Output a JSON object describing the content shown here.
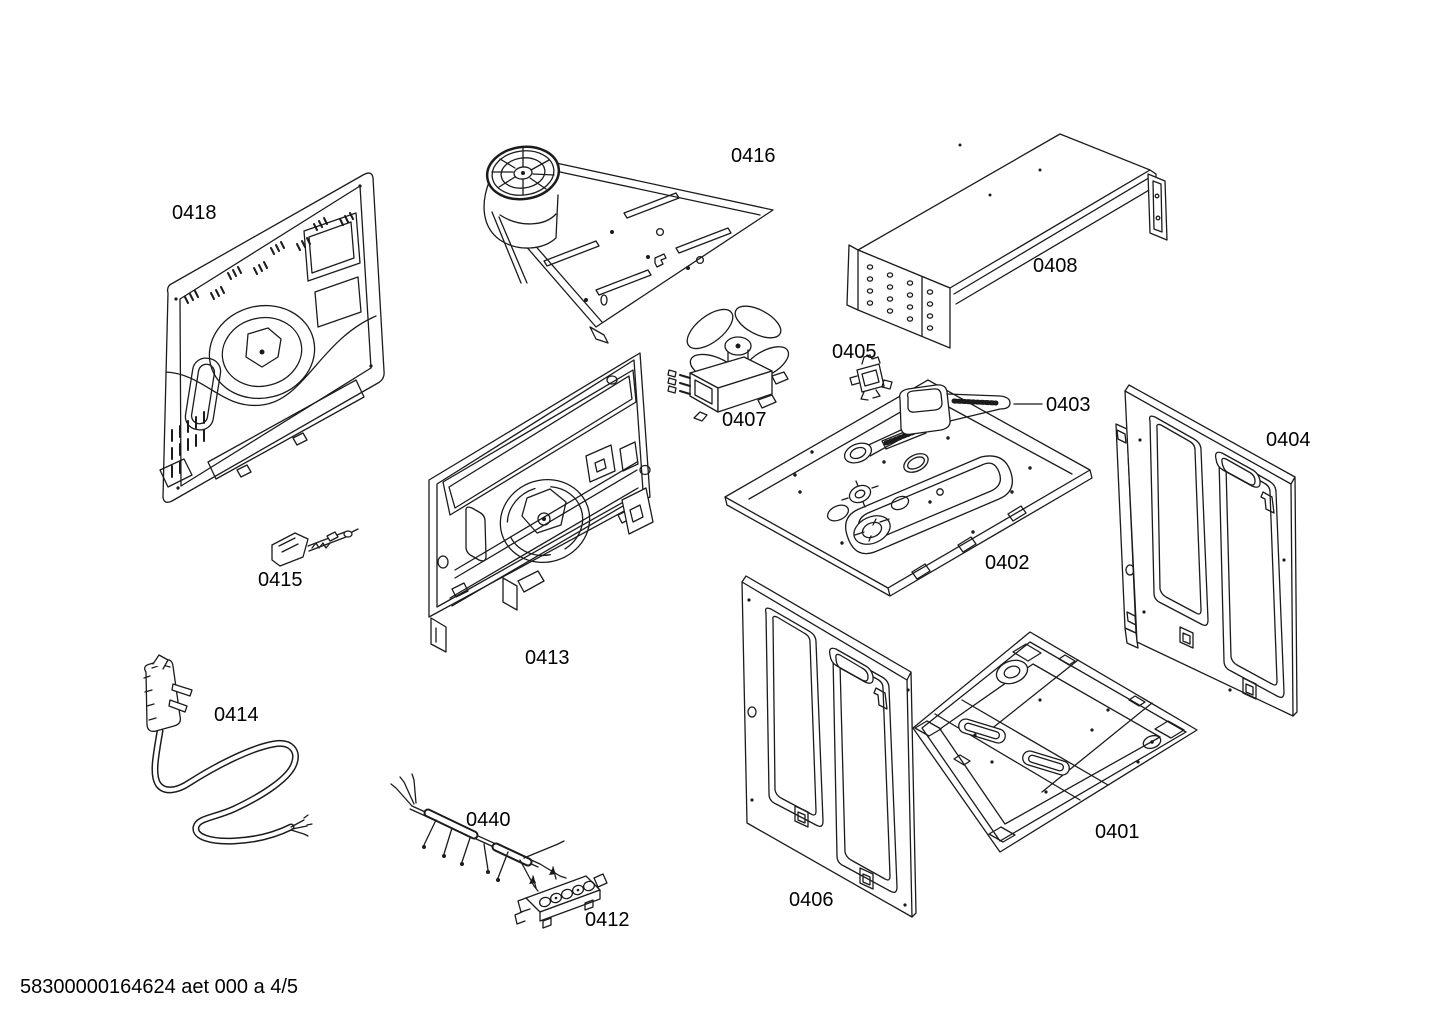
{
  "page": {
    "background": "#ffffff",
    "line_color": "#1b1b1b"
  },
  "footer": {
    "text": "58300000164624 aet 000 a 4/5"
  },
  "diagram": {
    "description": "Exploded parts diagram, oven enclosure assembly",
    "parts": {
      "p0418": {
        "label": "0418"
      },
      "p0416": {
        "label": "0416"
      },
      "p0408": {
        "label": "0408"
      },
      "p0405": {
        "label": "0405"
      },
      "p0403": {
        "label": "0403"
      },
      "p0404": {
        "label": "0404"
      },
      "p0407": {
        "label": "0407"
      },
      "p0402": {
        "label": "0402"
      },
      "p0413": {
        "label": "0413"
      },
      "p0415": {
        "label": "0415"
      },
      "p0414": {
        "label": "0414"
      },
      "p0440": {
        "label": "0440"
      },
      "p0412": {
        "label": "0412"
      },
      "p0406": {
        "label": "0406"
      },
      "p0401": {
        "label": "0401"
      }
    }
  }
}
